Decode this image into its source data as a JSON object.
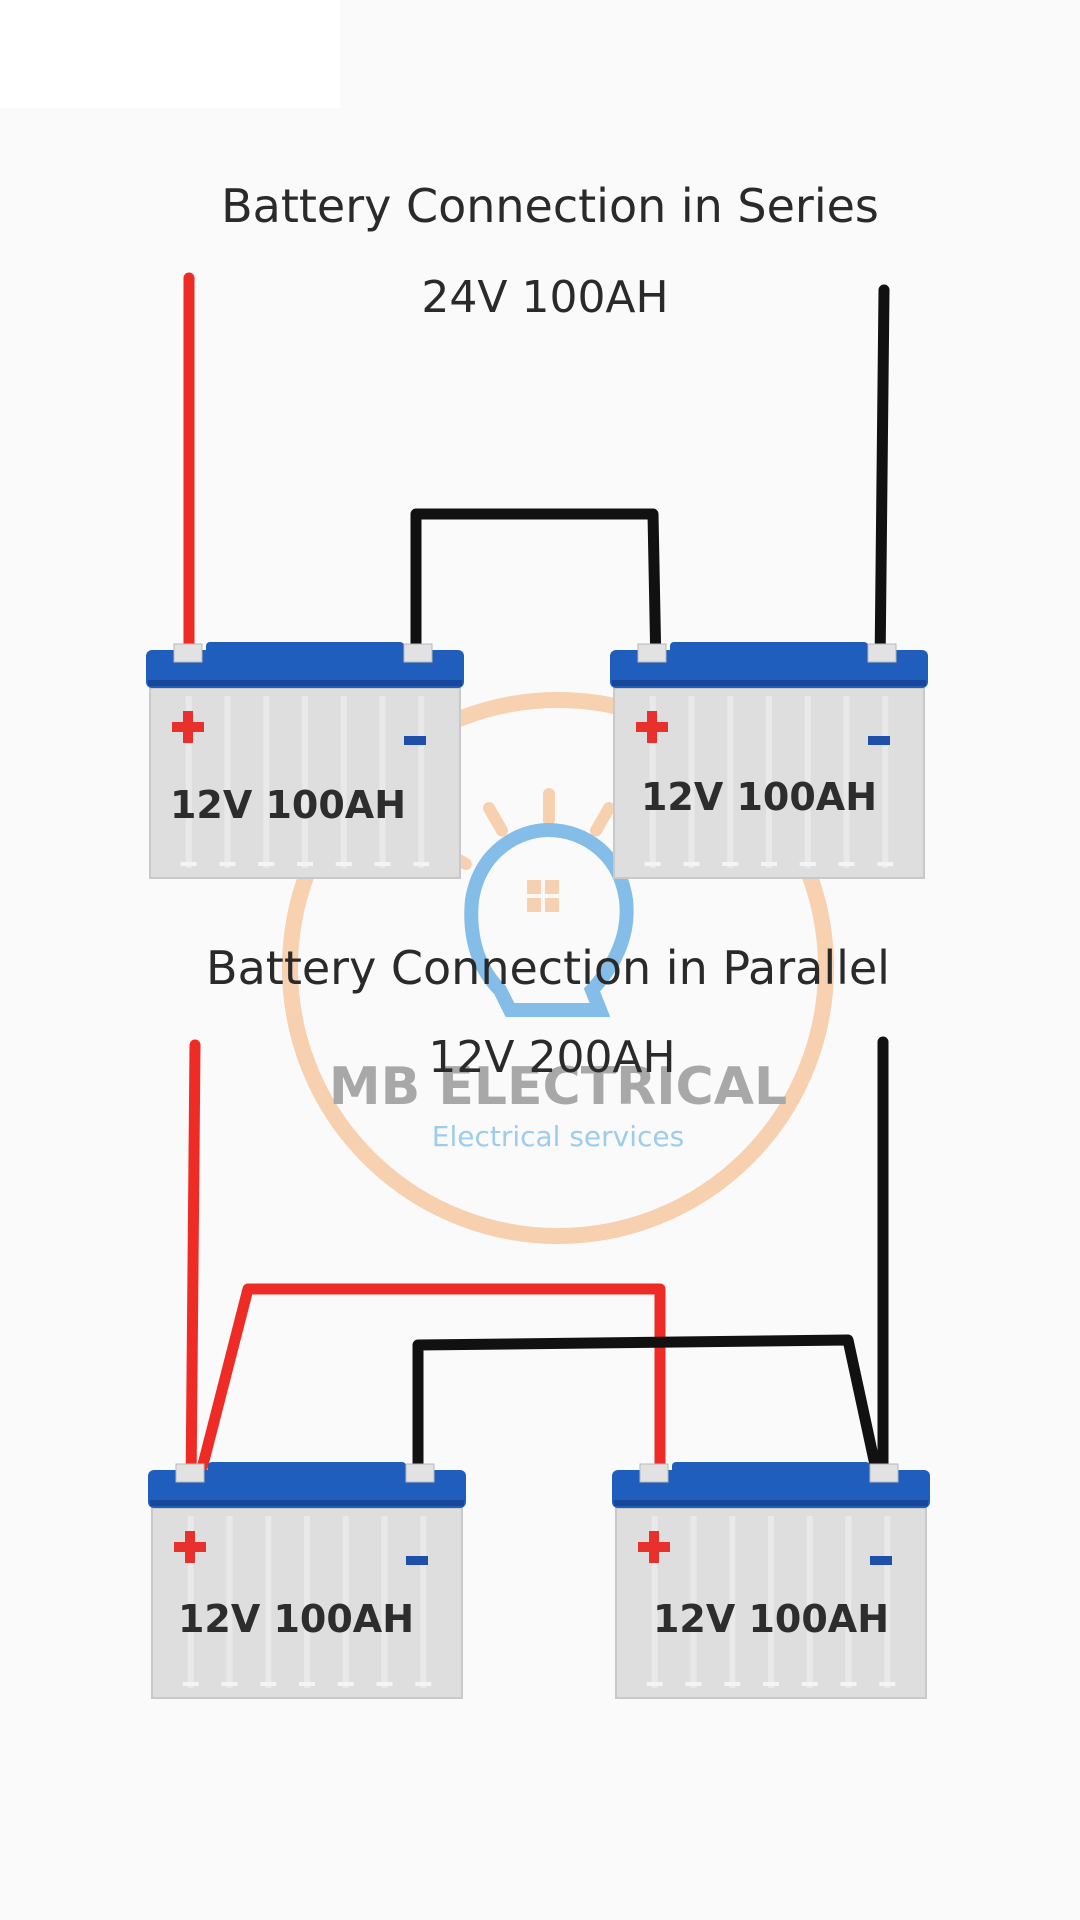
{
  "colors": {
    "positive_wire": "#ee2b24",
    "negative_wire": "#111111",
    "battery_lid": "#1f5ebd",
    "battery_body": "#dedede",
    "plus_sign": "#e8312c",
    "minus_sign": "#1f4fa8",
    "watermark_ring": "#f6c9a2",
    "watermark_bulb": "#6fb3e6",
    "watermark_text": "#9a9a9a",
    "watermark_tagline": "#8ec4ea"
  },
  "series": {
    "title": "Battery Connection in Series",
    "rating": "24V 100AH",
    "batteries": [
      {
        "label": "12V 100AH",
        "plus": "+",
        "minus": "−"
      },
      {
        "label": "12V 100AH",
        "plus": "+",
        "minus": "−"
      }
    ]
  },
  "parallel": {
    "title": "Battery Connection in Parallel",
    "rating": "12V 200AH",
    "batteries": [
      {
        "label": "12V 100AH",
        "plus": "+",
        "minus": "−"
      },
      {
        "label": "12V 100AH",
        "plus": "+",
        "minus": "−"
      }
    ]
  },
  "watermark": {
    "name": "MB ELECTRICAL",
    "tagline": "Electrical services",
    "icon": "lightbulb-icon"
  }
}
